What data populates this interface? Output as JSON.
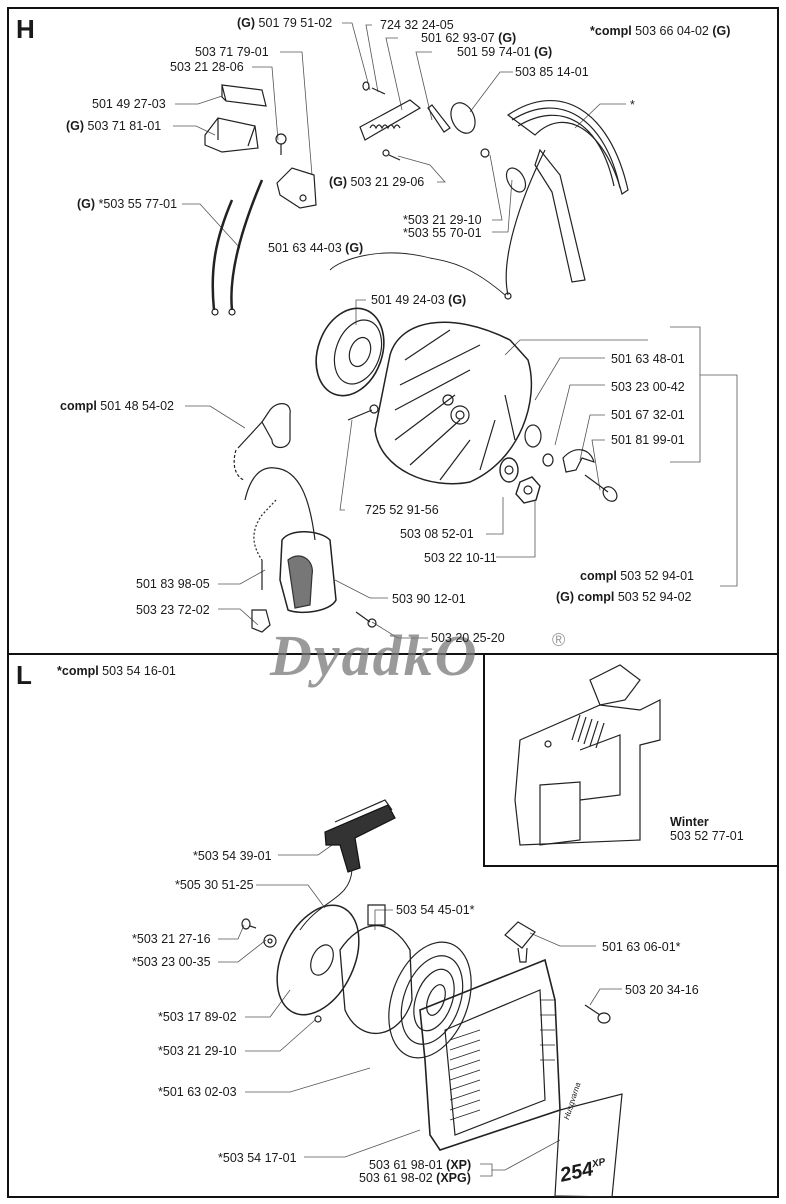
{
  "watermark": {
    "text": "DyadkO",
    "registered": "®"
  },
  "section_h": {
    "letter": "H",
    "parts": [
      {
        "prefix": "(G)",
        "number": "501 79 51-02",
        "suffix": ""
      },
      {
        "prefix": "",
        "number": "724 32 24-05",
        "suffix": ""
      },
      {
        "prefix": "",
        "number": "501 62 93-07",
        "suffix": "(G)"
      },
      {
        "prefix": "",
        "number": "501 59 74-01",
        "suffix": "(G)"
      },
      {
        "prefix": "",
        "number": "503 85 14-01",
        "suffix": ""
      },
      {
        "prefix": "*compl",
        "number": "503 66 04-02",
        "suffix": "(G)"
      },
      {
        "prefix": "",
        "number": "503 71 79-01",
        "suffix": ""
      },
      {
        "prefix": "",
        "number": "503 21 28-06",
        "suffix": ""
      },
      {
        "prefix": "",
        "number": "501 49 27-03",
        "suffix": ""
      },
      {
        "prefix": "(G)",
        "number": "503 71 81-01",
        "suffix": ""
      },
      {
        "prefix": "(G)",
        "number": "503 21 29-06",
        "suffix": ""
      },
      {
        "prefix": "",
        "number": "*",
        "suffix": ""
      },
      {
        "prefix": "(G)",
        "number": "*503 55 77-01",
        "suffix": ""
      },
      {
        "prefix": "",
        "number": "*503 21 29-10",
        "suffix": ""
      },
      {
        "prefix": "",
        "number": "*503 55 70-01",
        "suffix": ""
      },
      {
        "prefix": "",
        "number": "501 63 44-03",
        "suffix": "(G)"
      },
      {
        "prefix": "",
        "number": "501 49 24-03",
        "suffix": "(G)"
      },
      {
        "prefix": "compl",
        "number": "501 48 54-02",
        "suffix": ""
      },
      {
        "prefix": "",
        "number": "501 63 48-01",
        "suffix": ""
      },
      {
        "prefix": "",
        "number": "503 23 00-42",
        "suffix": ""
      },
      {
        "prefix": "",
        "number": "501 67 32-01",
        "suffix": ""
      },
      {
        "prefix": "",
        "number": "501 81 99-01",
        "suffix": ""
      },
      {
        "prefix": "",
        "number": "725 52 91-56",
        "suffix": ""
      },
      {
        "prefix": "",
        "number": "503 08 52-01",
        "suffix": ""
      },
      {
        "prefix": "",
        "number": "503 22 10-11",
        "suffix": ""
      },
      {
        "prefix": "compl",
        "number": "503 52 94-01",
        "suffix": ""
      },
      {
        "prefix": "(G) compl",
        "number": "503 52 94-02",
        "suffix": ""
      },
      {
        "prefix": "",
        "number": "501 83 98-05",
        "suffix": ""
      },
      {
        "prefix": "",
        "number": "503 90 12-01",
        "suffix": ""
      },
      {
        "prefix": "",
        "number": "503 23 72-02",
        "suffix": ""
      },
      {
        "prefix": "",
        "number": "503 20 25-20",
        "suffix": ""
      }
    ]
  },
  "section_l": {
    "letter": "L",
    "parts": [
      {
        "prefix": "*compl",
        "number": "503 54 16-01",
        "suffix": ""
      },
      {
        "prefix": "",
        "number": "*503 54 39-01",
        "suffix": ""
      },
      {
        "prefix": "",
        "number": "*505 30 51-25",
        "suffix": ""
      },
      {
        "prefix": "",
        "number": "503 54 45-01*",
        "suffix": ""
      },
      {
        "prefix": "",
        "number": "*503 21 27-16",
        "suffix": ""
      },
      {
        "prefix": "",
        "number": "*503 23 00-35",
        "suffix": ""
      },
      {
        "prefix": "",
        "number": "501 63 06-01*",
        "suffix": ""
      },
      {
        "prefix": "",
        "number": "503 20 34-16",
        "suffix": ""
      },
      {
        "prefix": "",
        "number": "*503 17 89-02",
        "suffix": ""
      },
      {
        "prefix": "",
        "number": "*503 21 29-10",
        "suffix": ""
      },
      {
        "prefix": "",
        "number": "*501 63 02-03",
        "suffix": ""
      },
      {
        "prefix": "",
        "number": "*503 54 17-01",
        "suffix": ""
      },
      {
        "prefix": "",
        "number": "503 61 98-01",
        "suffix": "(XP)"
      },
      {
        "prefix": "",
        "number": "503 61 98-02",
        "suffix": "(XPG)"
      }
    ],
    "inset": {
      "title": "Winter",
      "number": "503 52 77-01"
    },
    "decal": {
      "brand": "Husqvarna",
      "model": "254",
      "model_suffix": "XP"
    }
  }
}
